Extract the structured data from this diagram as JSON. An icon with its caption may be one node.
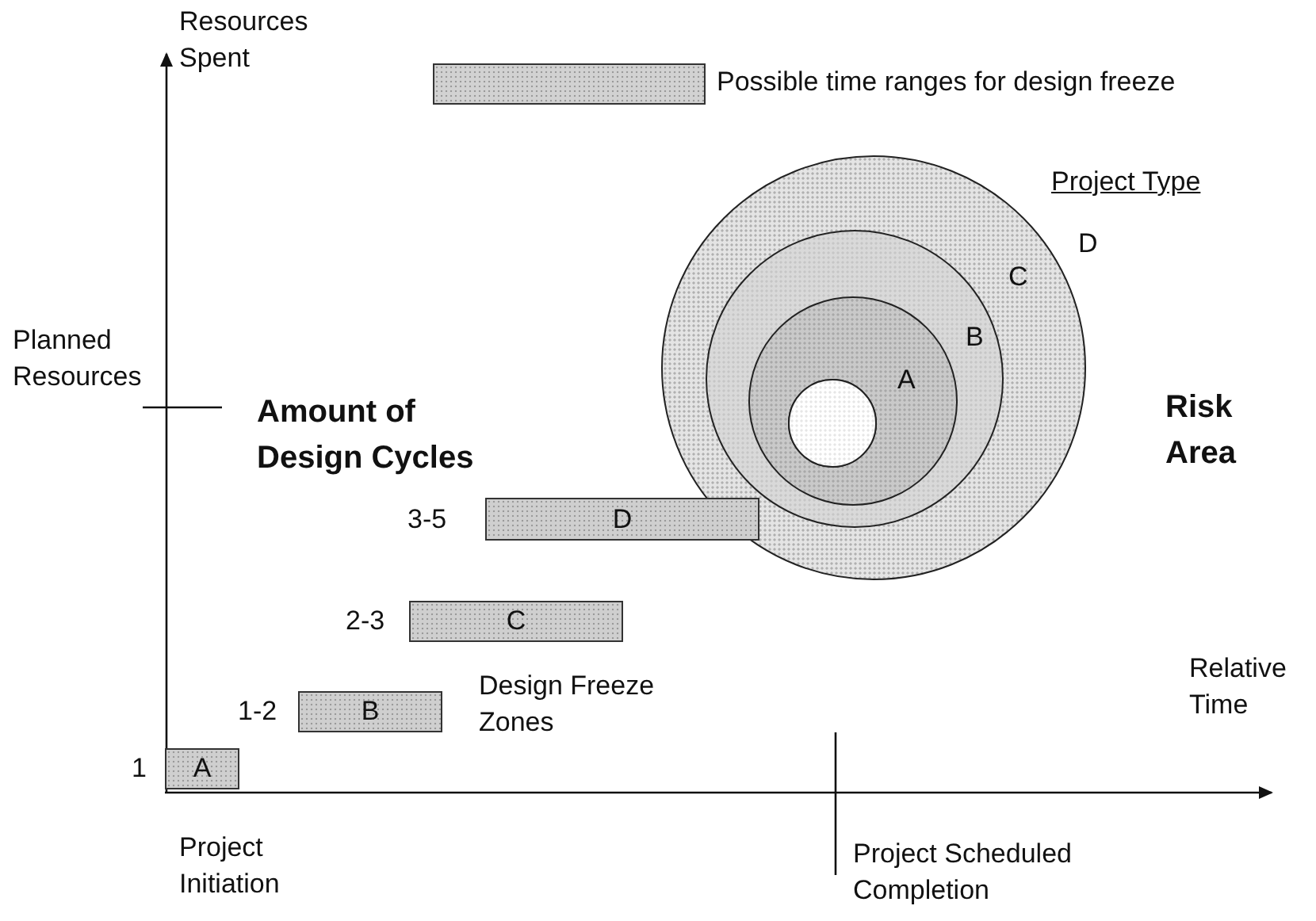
{
  "diagram": {
    "nodes": [
      {
        "text": [
          "A"
        ],
        "beside": [
          "1"
        ]
      },
      {
        "text": [
          "B"
        ],
        "beside": [
          "1-2"
        ]
      },
      {
        "text": [
          "C"
        ],
        "beside": [
          "2-3"
        ]
      },
      {
        "text": [
          "D"
        ],
        "beside": [
          "3-5"
        ]
      },
      {
        "text": [
          "D"
        ]
      },
      {
        "text": [
          "C"
        ],
        "in": 4
      },
      {
        "text": [
          "B"
        ],
        "in": 5
      },
      {
        "text": [
          "A"
        ],
        "in": 6
      },
      {
        "text": [],
        "shape": "circle",
        "in": 7
      }
    ],
    "edges": [],
    "labels": [
      "Resources Spent",
      "Planned Resources",
      "Amount of Design Cycles",
      "Project Type",
      "Risk Area",
      "Design Freeze Zones",
      "Relative Time",
      "Project Initiation",
      "Project Scheduled Completion"
    ],
    "legend": [
      {
        "text": "Possible time ranges for design freeze",
        "color": "#d2d2d2"
      }
    ]
  }
}
